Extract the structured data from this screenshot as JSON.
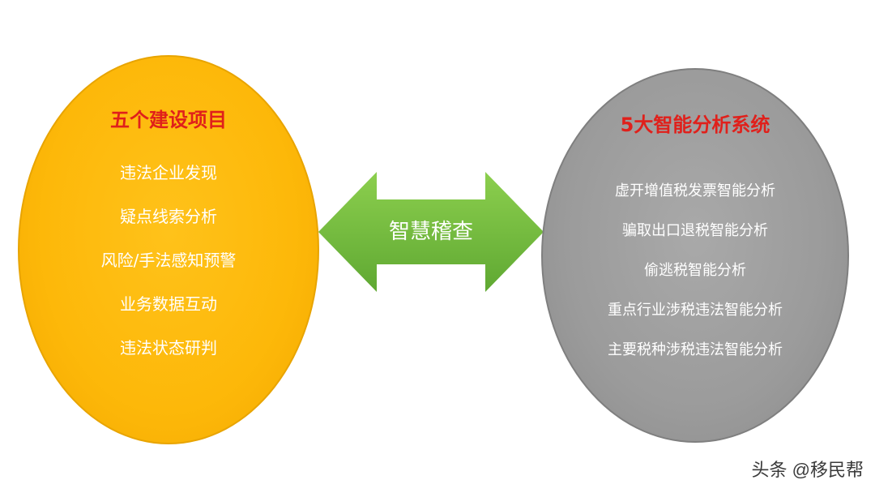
{
  "left_group": {
    "title": "五个建设项目",
    "items": [
      "违法企业发现",
      "疑点线索分析",
      "风险/手法感知预警",
      "业务数据互动",
      "违法状态研判"
    ],
    "fill_color": "#fdb809",
    "title_color": "#e0201b"
  },
  "center_arrow": {
    "label": "智慧稽查",
    "fill_color": "#7cc142"
  },
  "right_group": {
    "title": "5大智能分析系统",
    "items": [
      "虚开增值税发票智能分析",
      "骗取出口退税智能分析",
      "偷逃税智能分析",
      "重点行业涉税违法智能分析",
      "主要税种涉税违法智能分析"
    ],
    "fill_color": "#9b9b9b",
    "title_color": "#e0201b"
  },
  "watermark": "头条 @移民帮"
}
